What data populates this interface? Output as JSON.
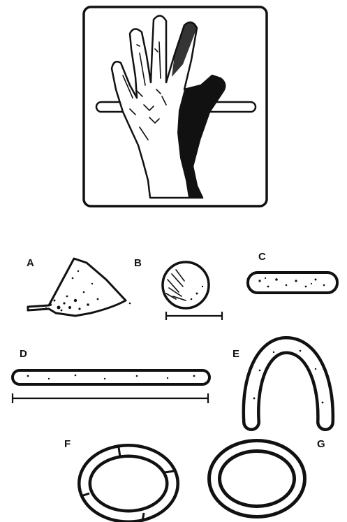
{
  "figure": {
    "ink_color": "#111111",
    "background_color": "#ffffff",
    "icons": [
      "hand-icon"
    ],
    "panel_labels": {
      "a": "A",
      "b": "B",
      "c": "C",
      "d": "D",
      "e": "E",
      "f": "F",
      "g": "G"
    }
  }
}
